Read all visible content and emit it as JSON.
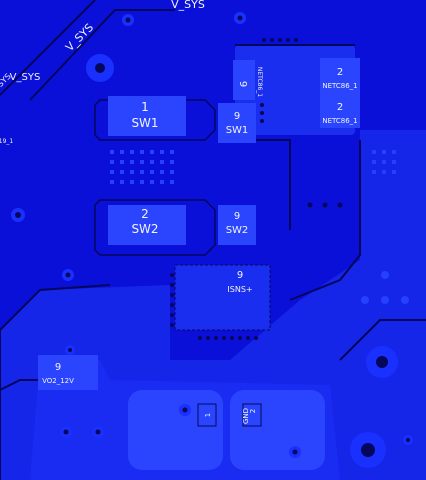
{
  "nets": {
    "v_sys_top": "V_SYS",
    "v_sys_diag": "V_SYS",
    "v_sys_left": "V_SYS",
    "v_sys_left_b": "SYS",
    "netc86_1_a": "NETC86_1",
    "netc86_1_b": "NETC86_1",
    "netc86_vertical": "NETC86_1",
    "left_small": "19_1",
    "isns": "ISNS+",
    "vo2": "VO2_12V",
    "gnd": "GND"
  },
  "pads": {
    "sw1_num": "1",
    "sw1_name": "SW1",
    "sw1_r_num": "9",
    "sw1_r_name": "SW1",
    "sw2_num": "2",
    "sw2_name": "SW2",
    "sw2_r_num": "9",
    "sw2_r_name": "SW2",
    "netc_left_num": "9",
    "netc_a_num": "2",
    "netc_b_num": "2",
    "isns_num": "9",
    "vo2_num": "9",
    "conn1_num": "1",
    "conn2_num": "2"
  },
  "colors": {
    "board": "#0a10d8",
    "copper": "#1a2ef0",
    "pad": "#2b45ff",
    "bright_pad": "#3a5cff",
    "trace": "#05075a",
    "via": "#1a30ff",
    "label": "#f2f4ff"
  }
}
